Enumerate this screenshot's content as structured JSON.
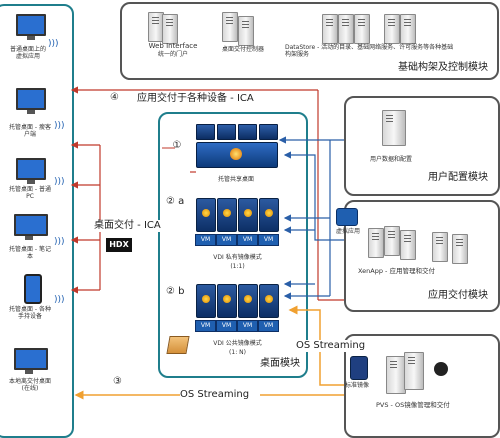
{
  "infrastructure": {
    "web_interface": "Web Interface",
    "web_interface_sub": "统一的门户",
    "delivery_controller": "桌面交付控制器",
    "datastore": "DataStore - 活动的目录、基础网络服务、许可服务等各种基础构架服务",
    "title": "基础构架及控制模块"
  },
  "devices": [
    {
      "label": "普通桌面上的虚拟应用"
    },
    {
      "label": "托管桌面 - 瘦客户端"
    },
    {
      "label": "托管桌面 - 普通PC"
    },
    {
      "label": "托管桌面 - 笔记本"
    },
    {
      "label": "托管桌面 - 各种手持设备"
    },
    {
      "label": "本地离交付桌面(在线)"
    }
  ],
  "desktop_module": {
    "step1": "①",
    "shared": "托管共享桌面",
    "step2a": "② a",
    "vdi_private": "VDI 私有镜像模式",
    "vdi_private_ratio": "(1:1)",
    "step2b": "② b",
    "vdi_public": "VDI 公共镜像模式",
    "vdi_public_ratio": "(1: N)",
    "vm": "VM",
    "title": "桌面模块"
  },
  "user_config": {
    "caption": "用户数据和配置",
    "title": "用户配置模块"
  },
  "app_delivery": {
    "virtual_app": "虚拟应用",
    "caption": "XenApp - 应用管理和交付",
    "title": "应用交付模块"
  },
  "pvs": {
    "std_image": "标准镜像",
    "caption": "PVS - OS镜像管理和交付"
  },
  "flows": {
    "step4": "④",
    "app_delivery": "应用交付于各种设备 - ICA",
    "desktop_delivery": "桌面交付 - ICA",
    "hdx": "HDX",
    "os_streaming_1": "OS Streaming",
    "step3": "③",
    "os_streaming_2": "OS Streaming"
  },
  "colors": {
    "teal": "#1f7e8c",
    "red_arrow": "#c0392b",
    "blue_arrow": "#2a5fa8",
    "orange_arrow": "#f0a030"
  }
}
